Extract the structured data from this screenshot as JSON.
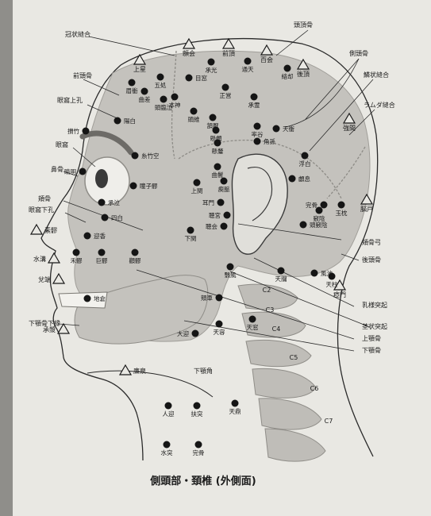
{
  "caption": "側頭部・頚椎 (外側面)",
  "colors": {
    "page": "#e9e8e3",
    "skull": "#c4c2bd",
    "point": "#151515",
    "line": "#2a2a2a",
    "text": "#1a1a1a"
  },
  "anatomy_labels": [
    {
      "id": "coronal-suture",
      "text": "冠状縫合"
    },
    {
      "id": "parietal-bone",
      "text": "頭頂骨"
    },
    {
      "id": "temporal-bone",
      "text": "側頭骨"
    },
    {
      "id": "squamous-suture",
      "text": "鱗状縫合"
    },
    {
      "id": "lambdoid-suture",
      "text": "ラムダ縫合"
    },
    {
      "id": "frontal-bone",
      "text": "前頭骨"
    },
    {
      "id": "supraorbital-foramen",
      "text": "眼窩上孔"
    },
    {
      "id": "orbit",
      "text": "眼窩"
    },
    {
      "id": "nasal-bone",
      "text": "鼻骨"
    },
    {
      "id": "zygomatic-bone",
      "text": "頬骨"
    },
    {
      "id": "infraorbital-foramen",
      "text": "眼窩下孔"
    },
    {
      "id": "mandible-lower-edge",
      "text": "下顎骨下縁"
    },
    {
      "id": "mandibular-angle",
      "text": "下顎角"
    },
    {
      "id": "zygomatic-arch",
      "text": "頬骨弓"
    },
    {
      "id": "occipital-bone",
      "text": "後頭骨"
    },
    {
      "id": "mastoid-process",
      "text": "乳様突起"
    },
    {
      "id": "styloid-process",
      "text": "茎状突起"
    },
    {
      "id": "maxilla",
      "text": "上顎骨"
    },
    {
      "id": "mandible",
      "text": "下顎骨"
    }
  ],
  "vertebrae": [
    {
      "id": "c2",
      "text": "C2"
    },
    {
      "id": "c3",
      "text": "C3"
    },
    {
      "id": "c4",
      "text": "C4"
    },
    {
      "id": "c5",
      "text": "C5"
    },
    {
      "id": "c6",
      "text": "C6"
    },
    {
      "id": "c7",
      "text": "C7"
    }
  ],
  "triangle_points": [
    {
      "id": "tougai",
      "text": "顖会"
    },
    {
      "id": "zenchou",
      "text": "前頂"
    },
    {
      "id": "hyakue",
      "text": "百会"
    },
    {
      "id": "jousei",
      "text": "上星"
    },
    {
      "id": "gochou",
      "text": "後頂"
    },
    {
      "id": "kyouken",
      "text": "強間"
    },
    {
      "id": "nouko",
      "text": "脳戸"
    },
    {
      "id": "aimon",
      "text": "瘂門"
    },
    {
      "id": "soryou",
      "text": "素髎"
    },
    {
      "id": "suikou",
      "text": "水溝"
    },
    {
      "id": "datan",
      "text": "兌端"
    },
    {
      "id": "shoushou",
      "text": "承漿"
    },
    {
      "id": "rensen",
      "text": "廉泉"
    }
  ],
  "dot_points": [
    {
      "id": "shoukou",
      "text": "承光"
    },
    {
      "id": "tsuuten",
      "text": "通天"
    },
    {
      "id": "rakkyaku",
      "text": "絡却"
    },
    {
      "id": "gosho",
      "text": "五処"
    },
    {
      "id": "mokusou",
      "text": "目窓"
    },
    {
      "id": "shousho",
      "text": "承霊"
    },
    {
      "id": "shousou",
      "text": "正営"
    },
    {
      "id": "bisou",
      "text": "眉衝"
    },
    {
      "id": "kyokusa",
      "text": "曲差"
    },
    {
      "id": "honjin",
      "text": "本神"
    },
    {
      "id": "zuirinkyu",
      "text": "頭臨泣"
    },
    {
      "id": "zui",
      "text": "頭維"
    },
    {
      "id": "yoohaku",
      "text": "陽白"
    },
    {
      "id": "ganen",
      "text": "頷厭"
    },
    {
      "id": "kenro",
      "text": "懸顱"
    },
    {
      "id": "kenri",
      "text": "懸釐"
    },
    {
      "id": "sokkoku",
      "text": "率谷"
    },
    {
      "id": "tenshou",
      "text": "天衝"
    },
    {
      "id": "kakuson",
      "text": "角孫"
    },
    {
      "id": "fuhaku",
      "text": "浮白"
    },
    {
      "id": "kyokubin",
      "text": "曲鬢"
    },
    {
      "id": "kenshi",
      "text": "瘈脈"
    },
    {
      "id": "rosoku",
      "text": "顱息"
    },
    {
      "id": "sanchiku",
      "text": "攅竹"
    },
    {
      "id": "shichikuku",
      "text": "糸竹空"
    },
    {
      "id": "seimei",
      "text": "睛明"
    },
    {
      "id": "toushiryou",
      "text": "瞳子髎"
    },
    {
      "id": "jokan",
      "text": "上関"
    },
    {
      "id": "jimon",
      "text": "耳門"
    },
    {
      "id": "choukyuu",
      "text": "聴宮"
    },
    {
      "id": "choue",
      "text": "聴会"
    },
    {
      "id": "gekan",
      "text": "下関"
    },
    {
      "id": "kyouin",
      "text": "竅陰"
    },
    {
      "id": "kankotsu",
      "text": "完骨"
    },
    {
      "id": "zuikyouin",
      "text": "頭竅陰"
    },
    {
      "id": "gyokuchin",
      "text": "玉枕"
    },
    {
      "id": "shoukyuu",
      "text": "承泣"
    },
    {
      "id": "shihaku",
      "text": "四白"
    },
    {
      "id": "geikou",
      "text": "迎香"
    },
    {
      "id": "koryou",
      "text": "巨髎"
    },
    {
      "id": "karyou",
      "text": "禾髎"
    },
    {
      "id": "kenryou",
      "text": "顴髎"
    },
    {
      "id": "eifuu",
      "text": "翳風"
    },
    {
      "id": "fuuchi",
      "text": "風池"
    },
    {
      "id": "tenchuu",
      "text": "天柱"
    },
    {
      "id": "chiso",
      "text": "地倉"
    },
    {
      "id": "kyousha",
      "text": "頬車"
    },
    {
      "id": "tenyou",
      "text": "天容"
    },
    {
      "id": "tensou",
      "text": "天窓"
    },
    {
      "id": "tenyuu",
      "text": "天牖"
    },
    {
      "id": "taigei",
      "text": "大迎"
    },
    {
      "id": "tentei",
      "text": "天鼎"
    },
    {
      "id": "jingei",
      "text": "人迎"
    },
    {
      "id": "futotsu",
      "text": "扶突"
    },
    {
      "id": "suitotsu",
      "text": "水突"
    },
    {
      "id": "kanhyou",
      "text": "完骨"
    }
  ]
}
